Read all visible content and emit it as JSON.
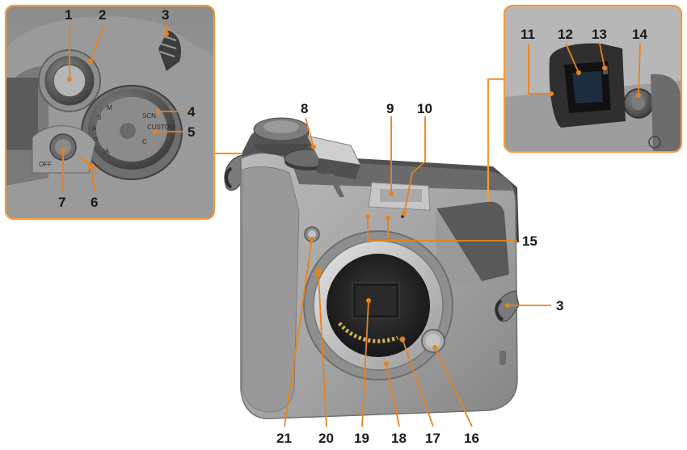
{
  "colors": {
    "callout": "#e8821e",
    "inset_border": "#f29b3e",
    "body": "#a7a7a7",
    "body_dark": "#5e5e5e",
    "metal": "#c9c9c9"
  },
  "dial_text": {
    "off": "OFF",
    "modes": [
      "M",
      "S",
      "A",
      "P",
      "iA",
      "C",
      "SCN",
      "CUSTOM"
    ]
  },
  "callouts": [
    {
      "id": "1",
      "label": "1"
    },
    {
      "id": "2",
      "label": "2"
    },
    {
      "id": "3",
      "label": "3"
    },
    {
      "id": "4",
      "label": "4"
    },
    {
      "id": "5",
      "label": "5"
    },
    {
      "id": "6",
      "label": "6"
    },
    {
      "id": "7",
      "label": "7"
    },
    {
      "id": "8",
      "label": "8"
    },
    {
      "id": "9",
      "label": "9"
    },
    {
      "id": "10",
      "label": "10"
    },
    {
      "id": "11",
      "label": "11"
    },
    {
      "id": "12",
      "label": "12"
    },
    {
      "id": "13",
      "label": "13"
    },
    {
      "id": "14",
      "label": "14"
    },
    {
      "id": "15",
      "label": "15"
    },
    {
      "id": "3b",
      "label": "3"
    },
    {
      "id": "16",
      "label": "16"
    },
    {
      "id": "17",
      "label": "17"
    },
    {
      "id": "18",
      "label": "18"
    },
    {
      "id": "19",
      "label": "19"
    },
    {
      "id": "20",
      "label": "20"
    },
    {
      "id": "21",
      "label": "21"
    }
  ]
}
